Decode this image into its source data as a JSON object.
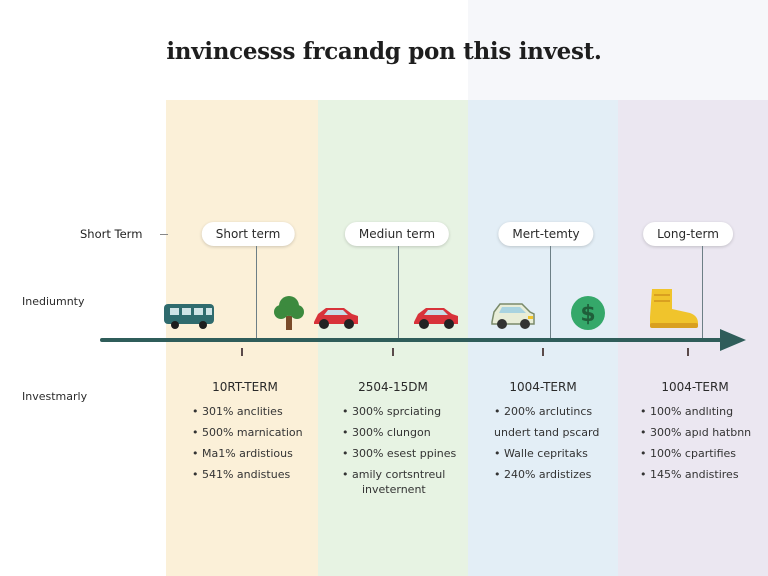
{
  "title": "invincesss frcandg pon this invest.",
  "row_labels": {
    "short": "Short Term",
    "middle": "Inediumnty",
    "investment": "Investmarly"
  },
  "pills": [
    "Short term",
    "Mediun term",
    "Mert-temty",
    "Long-term"
  ],
  "icons": [
    "van-icon",
    "tree-icon",
    "car-icon",
    "car-icon",
    "car-icon",
    "dollar-coin-icon",
    "boot-icon"
  ],
  "columns": [
    {
      "heading": "10RT-TERM",
      "items": [
        "• 301% anclities",
        "• 500% marnication",
        "• Ma1% ardistious",
        "• 541% andistues"
      ]
    },
    {
      "heading": "2504-15DM",
      "items": [
        "• 300% sprciating",
        "• 300% clungon",
        "• 300% esest ppines",
        "• amily cortsntreul",
        "inveternent"
      ]
    },
    {
      "heading": "1004-TERM",
      "items": [
        "• 200% arclutincs",
        "undert tand pscard",
        "• Walle cepritaks",
        "• 240% ardistizes"
      ]
    },
    {
      "heading": "1004-TERM",
      "items": [
        "• 100% andlıting",
        "• 300% apıd hatbnn",
        "• 100% cpartifies",
        "• 145% andistires"
      ]
    }
  ],
  "colors": {
    "axis": "#2f5d5a",
    "band_short": "#fbf0d8",
    "band_medium": "#e7f3e3",
    "band_mid": "#e3eef6",
    "band_long": "#ebe7f1",
    "car_red": "#d8323a",
    "van_teal": "#2f6b6e",
    "coin_green": "#35a86a",
    "boot_yellow": "#f0c42c"
  }
}
